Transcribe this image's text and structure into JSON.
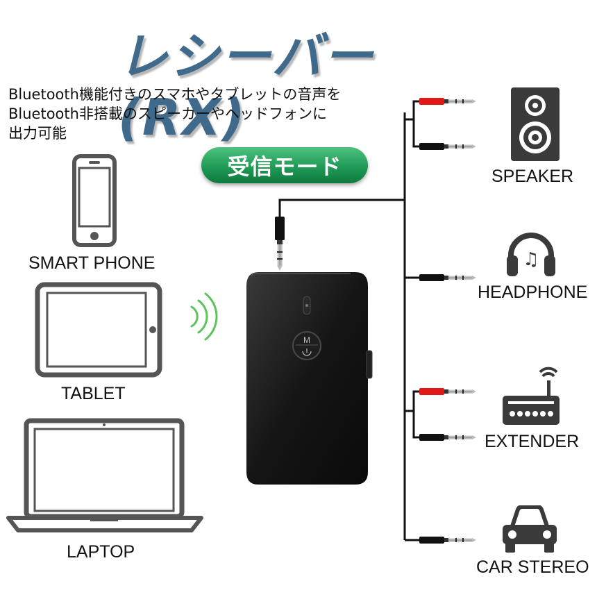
{
  "title": "レシーバー(RX)",
  "description_lines": [
    "Bluetooth機能付きのスマホやタブレットの音声を",
    "Bluetooth非搭載のスピーカーやヘッドフォンに",
    "出力可能"
  ],
  "mode_badge": "受信モード",
  "sources": {
    "smart_phone": "SMART PHONE",
    "tablet": "TABLET",
    "laptop": "LAPTOP"
  },
  "outputs": {
    "speaker": "SPEAKER",
    "headphone": "HEADPHONE",
    "extender": "EXTENDER",
    "car_stereo": "CAR STEREO"
  },
  "receiver_button": "M",
  "colors": {
    "title": "#3f6a8c",
    "badge": "#1f9b56",
    "signal": "#5cc35c",
    "red_plug": "#e01818",
    "cable": "#111111"
  }
}
